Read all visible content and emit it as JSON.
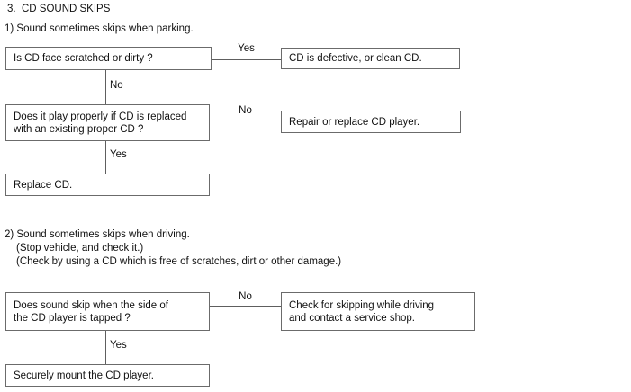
{
  "page": {
    "title": "3.  CD SOUND SKIPS",
    "border_color": "#6b6b6b",
    "line_color": "#5e5e5e",
    "background_color": "#ffffff",
    "text_color": "#111111"
  },
  "section1": {
    "heading": "1) Sound sometimes skips when parking.",
    "question1": "Is CD face scratched or dirty ?",
    "question1_yes_label": "Yes",
    "result_yes1": "CD is defective, or clean CD.",
    "question1_no_label": "No",
    "question2": "Does it play properly if CD is replaced\nwith an existing proper CD ?",
    "question2_no_label": "No",
    "result_no2": "Repair or replace CD player.",
    "question2_yes_label": "Yes",
    "result_yes2": "Replace CD."
  },
  "section2": {
    "heading": "2) Sound sometimes skips when driving.",
    "note1": "(Stop vehicle, and check it.)",
    "note2": "(Check by using a CD which is free of scratches, dirt or other damage.)",
    "question1": "Does sound skip when the side of\nthe CD player is tapped ?",
    "question1_no_label": "No",
    "result_no1": "Check for skipping while driving\nand contact a service shop.",
    "question1_yes_label": "Yes",
    "result_yes1": "Securely mount the CD player."
  }
}
